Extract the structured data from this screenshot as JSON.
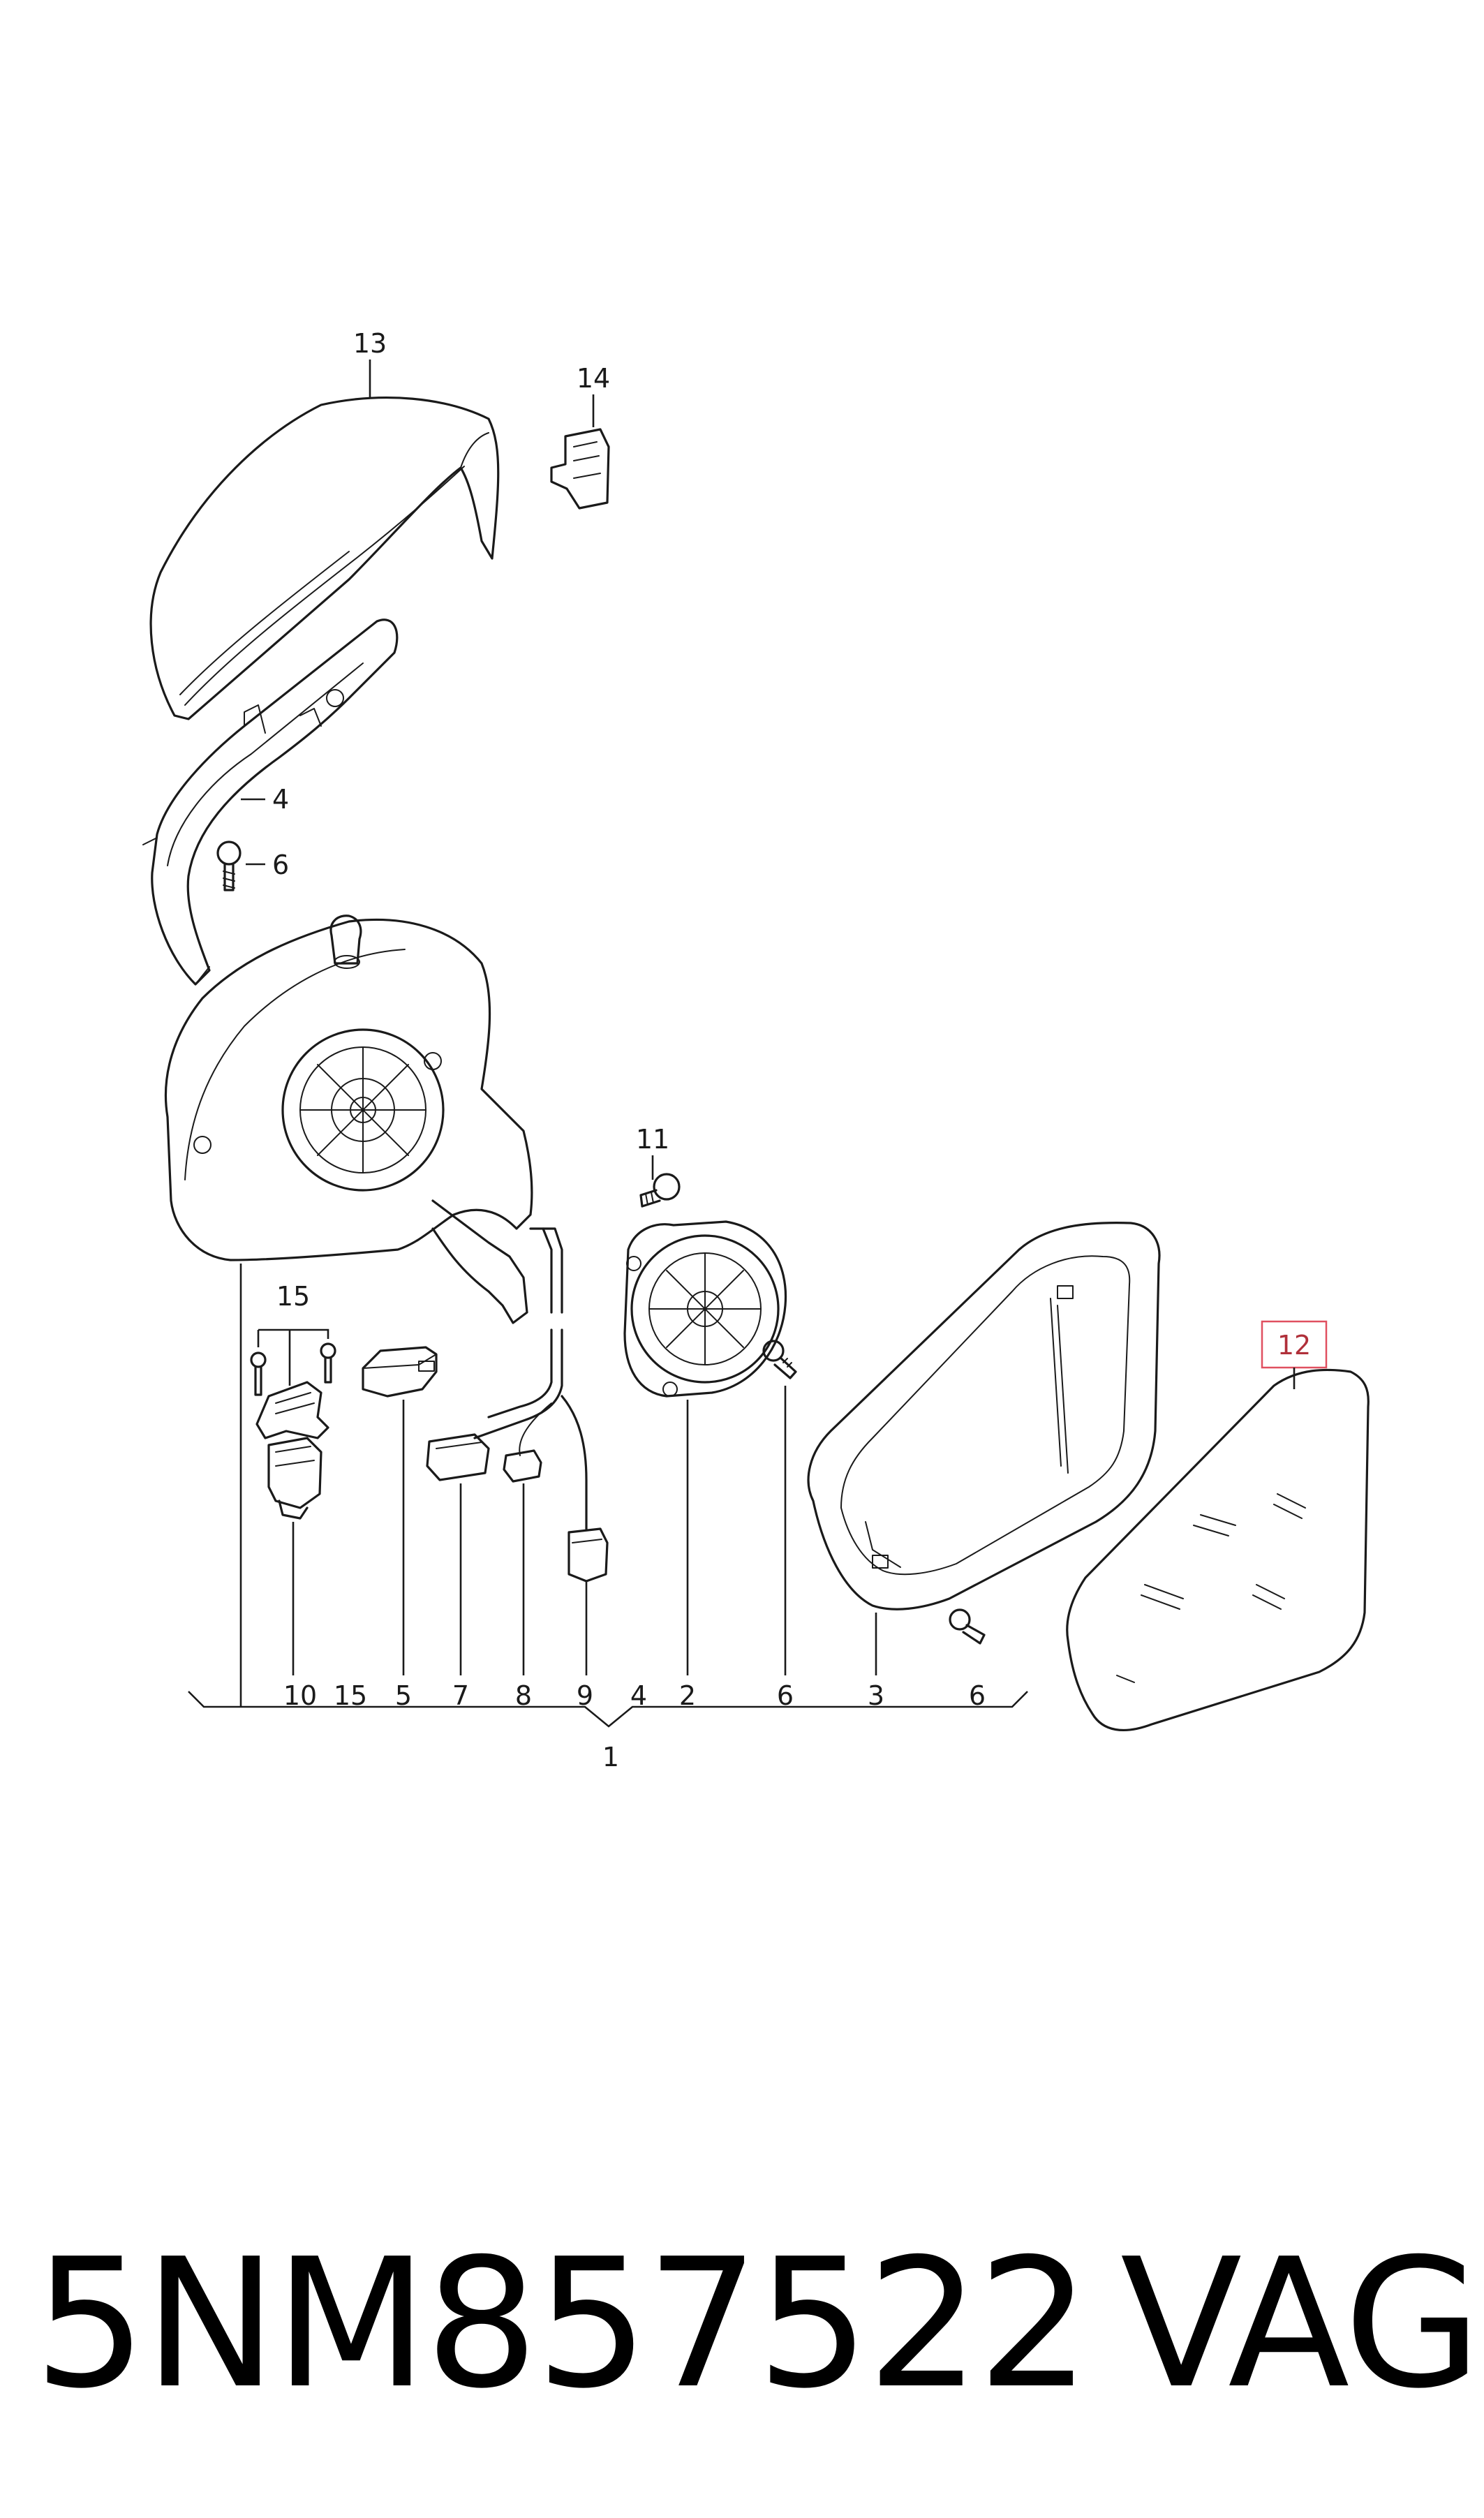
{
  "callouts": {
    "c1": "1",
    "c2": "2",
    "c3": "3",
    "c4a": "4",
    "c4b": "4",
    "c5": "5",
    "c6a": "6",
    "c6b": "6",
    "c6c": "6",
    "c7": "7",
    "c8": "8",
    "c9": "9",
    "c10": "10",
    "c11": "11",
    "c12": "12",
    "c13": "13",
    "c14": "14",
    "c15a": "15",
    "c15b": "15"
  },
  "highlight_color": "#e05060",
  "footer": {
    "part_number": "5NM857522",
    "brand": "VAG"
  }
}
